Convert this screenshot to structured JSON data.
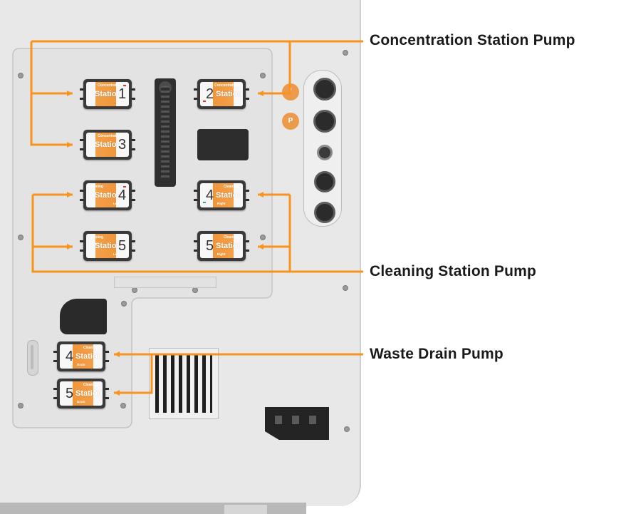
{
  "callouts": {
    "concentration": "Concentration Station Pump",
    "cleaning": "Cleaning Station Pump",
    "waste": "Waste Drain Pump"
  },
  "pumps": [
    {
      "tag": "Concentration",
      "word": "Station",
      "number": "1",
      "sub": ""
    },
    {
      "tag": "Concentration",
      "word": "Station",
      "number": "2",
      "sub": ""
    },
    {
      "tag": "Concentration",
      "word": "Station",
      "number": "3",
      "sub": ""
    },
    {
      "tag": "Cleaning",
      "word": "Station",
      "number": "4",
      "sub": "Left"
    },
    {
      "tag": "Cleaning",
      "word": "Station",
      "number": "4",
      "sub": "Right"
    },
    {
      "tag": "Cleaning",
      "word": "Station",
      "number": "5",
      "sub": "Left"
    },
    {
      "tag": "Cleaning",
      "word": "Station",
      "number": "5",
      "sub": "Right"
    },
    {
      "tag": "Cleaning",
      "word": "Station",
      "number": "4",
      "sub": "Drain"
    },
    {
      "tag": "Cleaning",
      "word": "Station",
      "number": "5",
      "sub": "Drain"
    }
  ],
  "buttons": {
    "upper": "/",
    "lower": "P"
  },
  "colors": {
    "callout_line": "#f7931e",
    "pump_face": "#f0953a",
    "button": "#ec9a4c"
  }
}
